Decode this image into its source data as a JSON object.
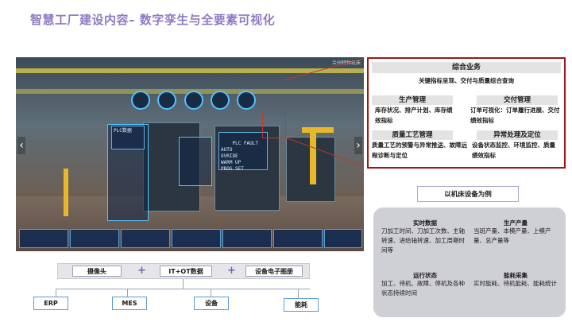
{
  "title": "智慧工厂建设内容– 数字孪生与全要素可视化",
  "screenshot": {
    "brand": "兰州特种机床",
    "hud_label": "PLC数据",
    "panel_text": "PLC FAULT\nAUTO\nOVRIDE\nWARM UP\nPROG SET"
  },
  "business": {
    "header": "综合业务",
    "subtitle": "关键指标呈现、交付与质量综合查询",
    "production": {
      "caption": "生产管理",
      "text": "库存状况、排产计划、库存绩效指标"
    },
    "delivery": {
      "caption": "交付管理",
      "text": "订单可视化：订单履行进展、交付绩效指标"
    },
    "quality": {
      "caption": "质量工艺管理",
      "text": "质量工艺的预警与异常推送、故障远程诊断与定位"
    },
    "exception": {
      "caption": "异常处理及定位",
      "text": "设备状态监控、环境监控、质量绩效指标"
    }
  },
  "example_label": "以机床设备为例",
  "data_box": {
    "realtime": {
      "title": "实时数据",
      "text": "刀加工时间、刀加工次数、主轴转速、进给轴转速、加工周期时间等"
    },
    "output": {
      "title": "生产产量",
      "text": "当班产量、本模产量、上模产量、总产量等"
    },
    "status": {
      "title": "运行状态",
      "text": "加工、待机、故障、停机及各种状态持续时间"
    },
    "energy": {
      "title": "能耗采集",
      "text": "实时能耗、待机能耗、能耗统计"
    }
  },
  "sources": {
    "camera": "摄像头",
    "plus": "+",
    "itot": "IT+OT数据",
    "manual": "设备电子图册"
  },
  "leaves": {
    "erp": "ERP",
    "mes": "MES",
    "equipment": "设备",
    "energy": "能耗"
  },
  "colors": {
    "title": "#8e7cc3",
    "frame": "#a31515",
    "accent_blue": "#5b9bd5"
  }
}
